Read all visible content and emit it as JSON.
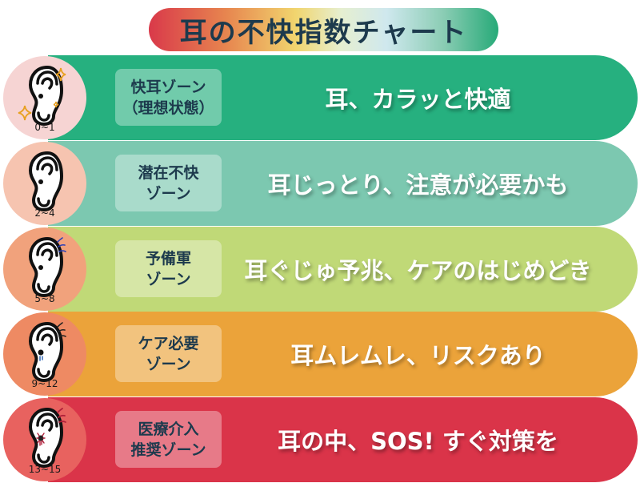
{
  "title": "耳の不快指数チャート",
  "title_gradient": [
    "#d9394a",
    "#e7854f",
    "#f1d56e",
    "#cfe8ee",
    "#27aa78"
  ],
  "zones": [
    {
      "range": "0~1",
      "label_line1": "快耳ゾーン",
      "label_line2": "（理想状態）",
      "message": "耳、カラッと快適",
      "bar_color": "#26b07f",
      "circle_color": "#f6d4d3",
      "icon": "ear-sparkle-icon"
    },
    {
      "range": "2~4",
      "label_line1": "潜在不快",
      "label_line2": "ゾーン",
      "message": "耳じっとり、注意が必要かも",
      "bar_color": "#7cc8b0",
      "circle_color": "#f6c4b0",
      "icon": "ear-icon"
    },
    {
      "range": "5~8",
      "label_line1": "予備軍",
      "label_line2": "ゾーン",
      "message": "耳ぐじゅ予兆、ケアのはじめどき",
      "bar_color": "#c0d977",
      "circle_color": "#f1a27c",
      "icon": "ear-itch-icon"
    },
    {
      "range": "9~12",
      "label_line1": "ケア必要",
      "label_line2": "ゾーン",
      "message": "耳ムレムレ、リスクあり",
      "bar_color": "#eba33a",
      "circle_color": "#ee8a63",
      "icon": "ear-discharge-icon"
    },
    {
      "range": "13~15",
      "label_line1": "医療介入",
      "label_line2": "推奨ゾーン",
      "message": "耳の中、SOS! すぐ対策を",
      "bar_color": "#da3449",
      "circle_color": "#e8625f",
      "icon": "ear-bug-icon"
    }
  ]
}
